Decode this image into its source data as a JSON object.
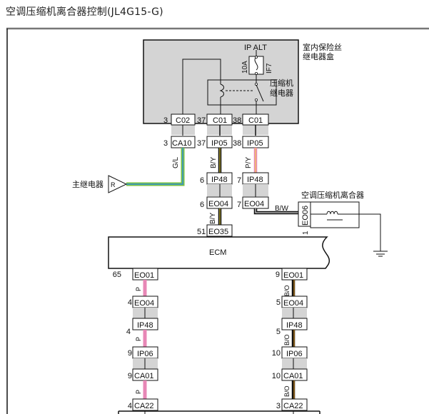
{
  "title": "空调压缩机离合器控制(JL4G15-G)",
  "fuse_box": {
    "label_line1": "室内保险丝",
    "label_line2": "继电器盒",
    "fuse_supply": "IP ALT",
    "fuse_rating": "10A",
    "fuse_id": "IF7",
    "relay_label_line1": "压缩机",
    "relay_label_line2": "继电器",
    "connectors": [
      {
        "pin": "3",
        "name": "C02"
      },
      {
        "pin": "37",
        "name": "C01"
      },
      {
        "pin": "38",
        "name": "C01"
      }
    ]
  },
  "upper_connectors": {
    "ca10": {
      "pin": "3",
      "name": "CA10"
    },
    "ip05a": {
      "pin": "37",
      "name": "IP05"
    },
    "ip05b": {
      "pin": "38",
      "name": "IP05"
    },
    "ip48a": {
      "pin": "6",
      "name": "IP48"
    },
    "ip48b": {
      "pin": "7",
      "name": "IP48"
    },
    "eo04a": {
      "pin": "6",
      "name": "EO04"
    },
    "eo04b": {
      "pin": "7",
      "name": "EO04"
    },
    "eo35": {
      "pin": "51",
      "name": "EO35"
    },
    "eo06": {
      "pin": "1",
      "name": "EO06"
    }
  },
  "wires": {
    "gl": "G/L",
    "by1": "B/Y",
    "py": "P/Y",
    "by2": "B/Y",
    "bw": "B/W",
    "p": "P",
    "bo": "B/O"
  },
  "main_relay_label": "主继电器",
  "main_relay_symbol": "R",
  "clutch_label": "空调压缩机离合器",
  "ecm_label": "ECM",
  "left_column": [
    {
      "pin": "65",
      "name": "EO01"
    },
    {
      "pin": "4",
      "name": "EO04"
    },
    {
      "pin": "4",
      "name": "IP48"
    },
    {
      "pin": "9",
      "name": "IP06"
    },
    {
      "pin": "9",
      "name": "CA01"
    },
    {
      "pin": "4",
      "name": "CA22"
    }
  ],
  "right_column": [
    {
      "pin": "9",
      "name": "EO01"
    },
    {
      "pin": "5",
      "name": "EO04"
    },
    {
      "pin": "5",
      "name": "IP48"
    },
    {
      "pin": "10",
      "name": "IP06"
    },
    {
      "pin": "10",
      "name": "CA01"
    },
    {
      "pin": "3",
      "name": "CA22"
    }
  ],
  "colors": {
    "box_gray": "#d4d4d4",
    "pink": "#e887b6",
    "green": "#7ac142",
    "blue": "#2f8fd8",
    "yellow": "#f5e03c",
    "orange": "#f0a020",
    "black": "#111111"
  }
}
